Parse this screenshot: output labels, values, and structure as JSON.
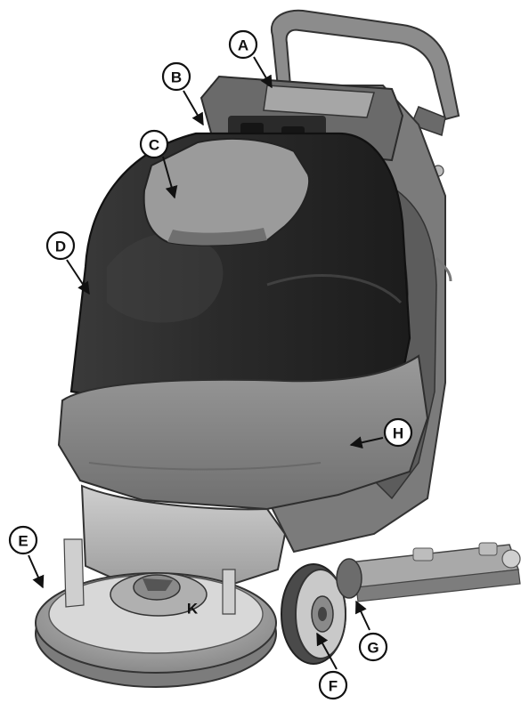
{
  "callouts": {
    "a": "A",
    "b": "B",
    "c": "C",
    "d": "D",
    "e": "E",
    "f": "F",
    "g": "G",
    "h": "H",
    "k": "K"
  }
}
